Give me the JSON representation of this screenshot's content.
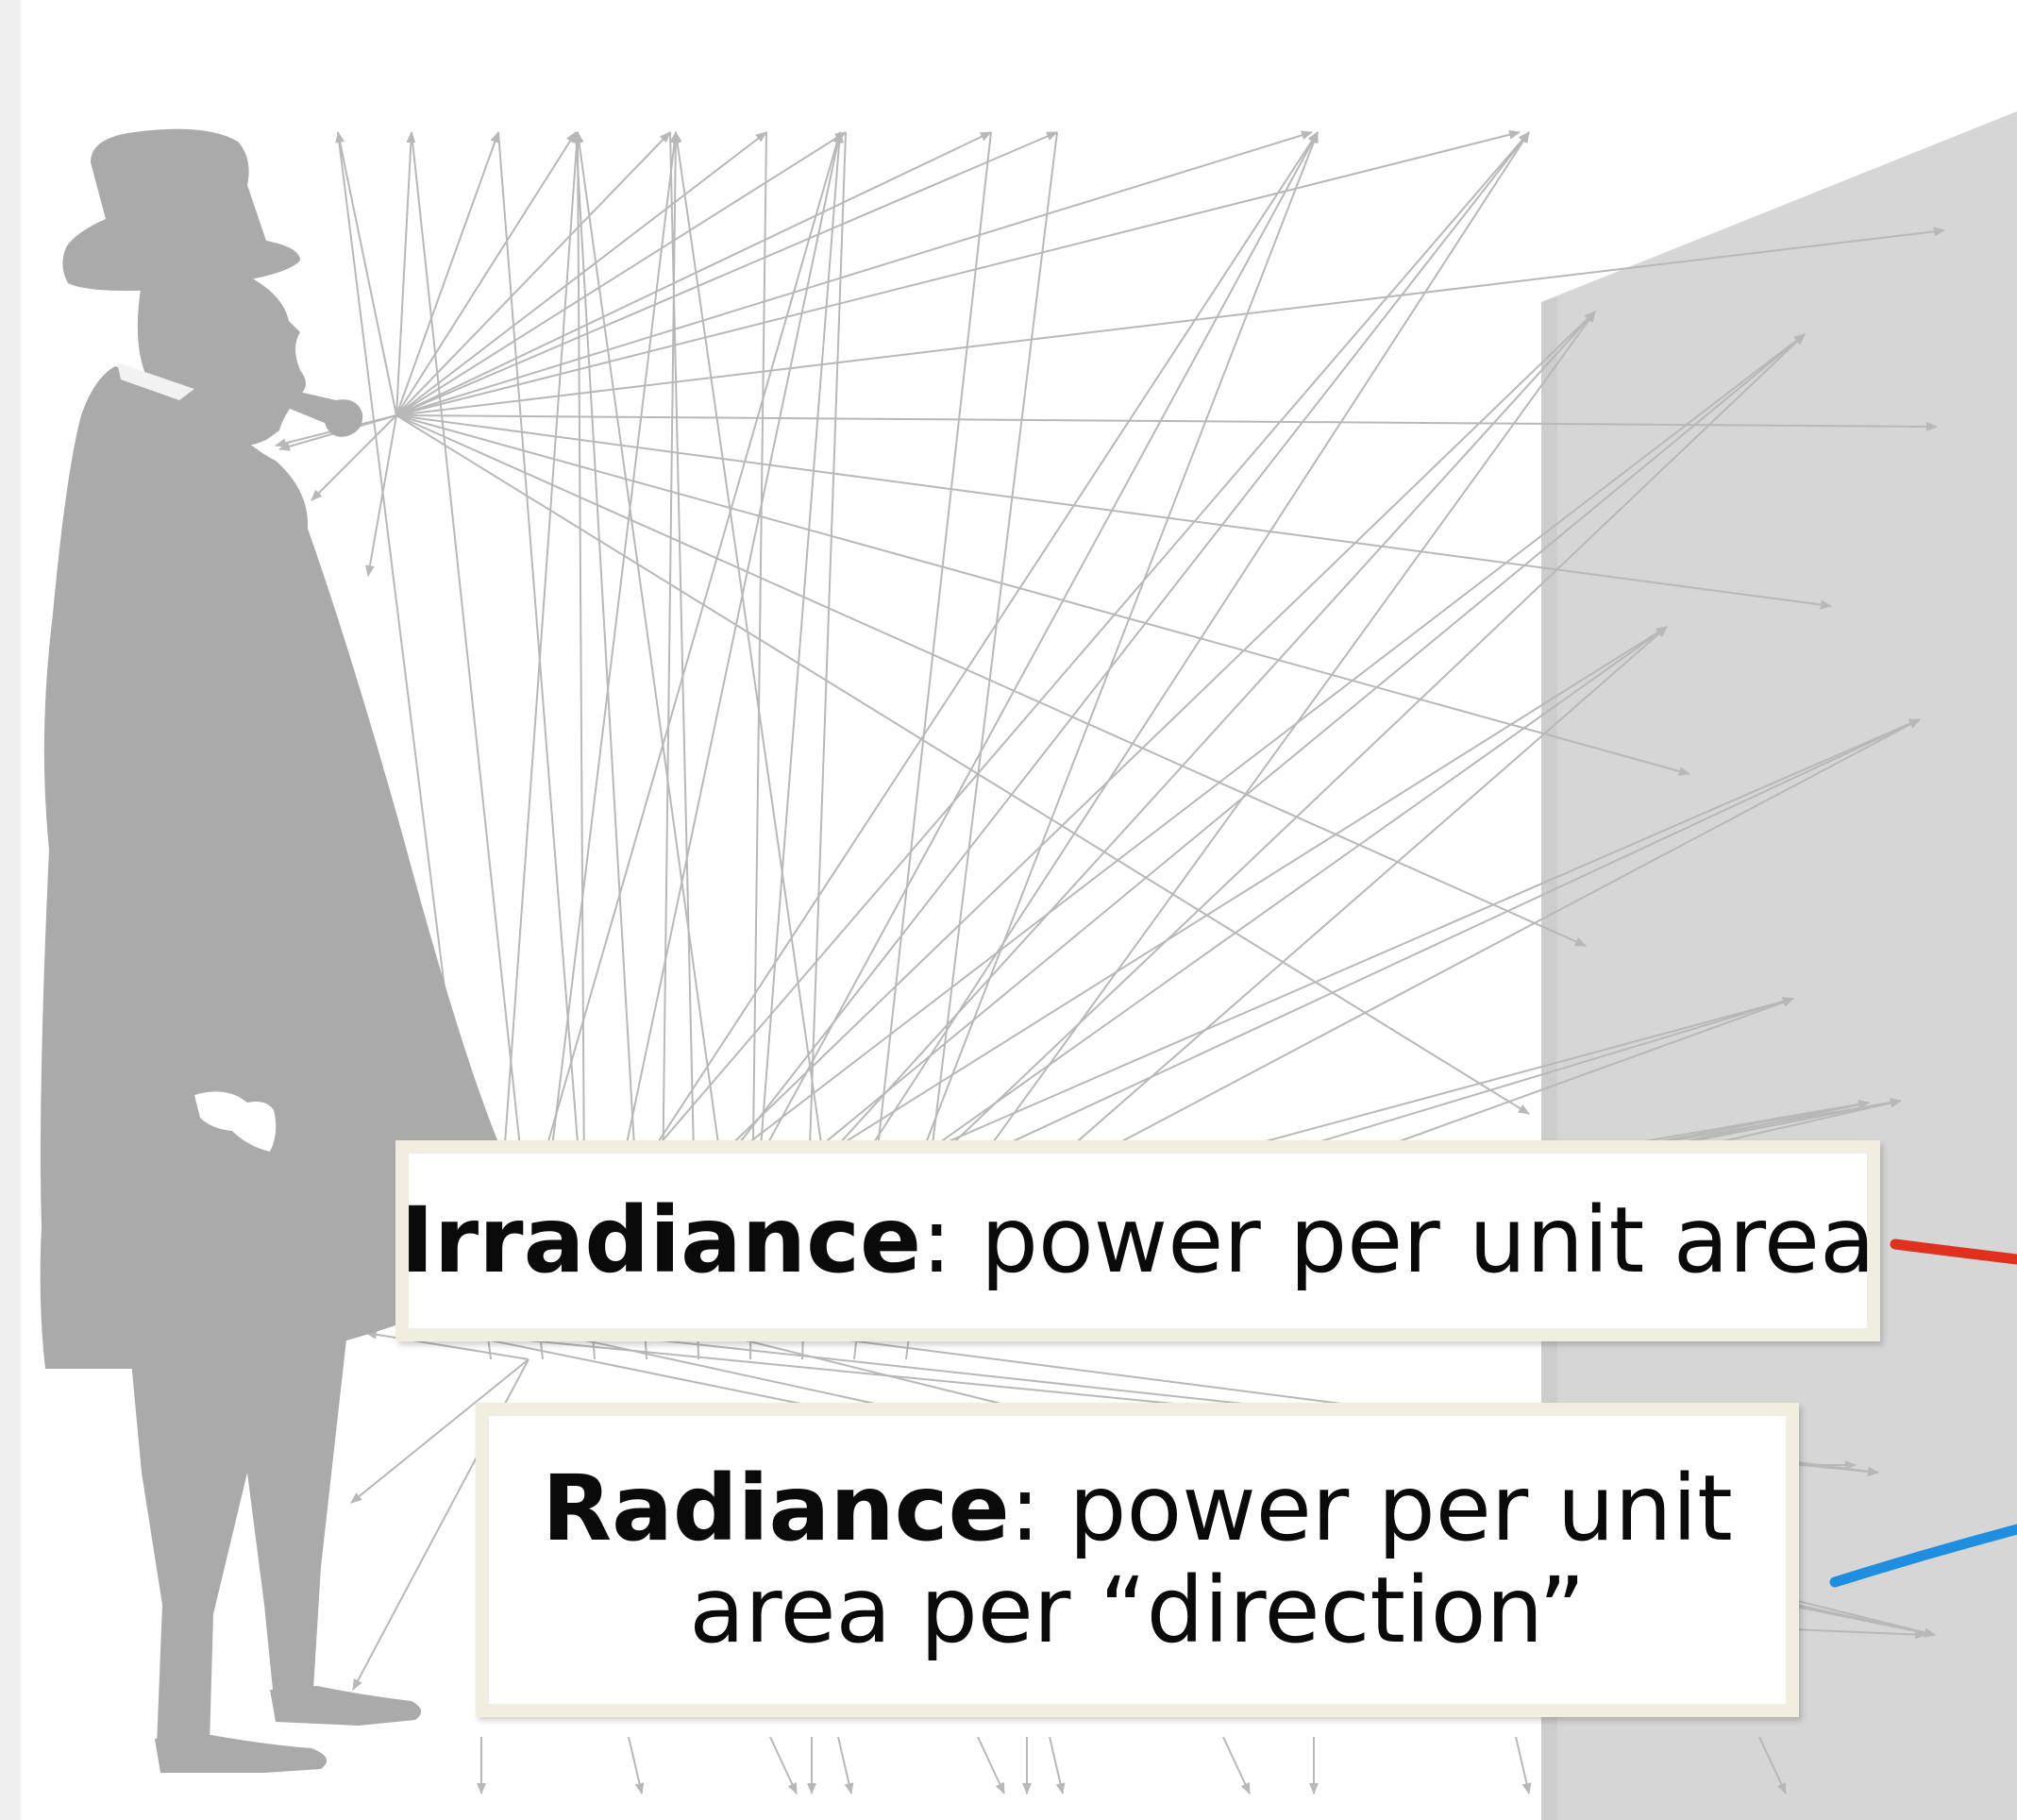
{
  "irradiance": {
    "term": "Irradiance",
    "definition": ": power per unit area"
  },
  "radiance": {
    "term": "Radiance",
    "definition_line1": ": power per unit",
    "definition_line2": "area per “direction”"
  },
  "colors": {
    "rays": "#b8b8b8",
    "silhouette": "#aaaaaa",
    "wall": "#d4d4d4",
    "irradiance_marker": "#e0301e",
    "radiance_marker": "#1e8fe0",
    "label_frame": "#f1eee0"
  },
  "icons": {
    "figure": "man-with-top-hat-and-pipe-silhouette"
  }
}
